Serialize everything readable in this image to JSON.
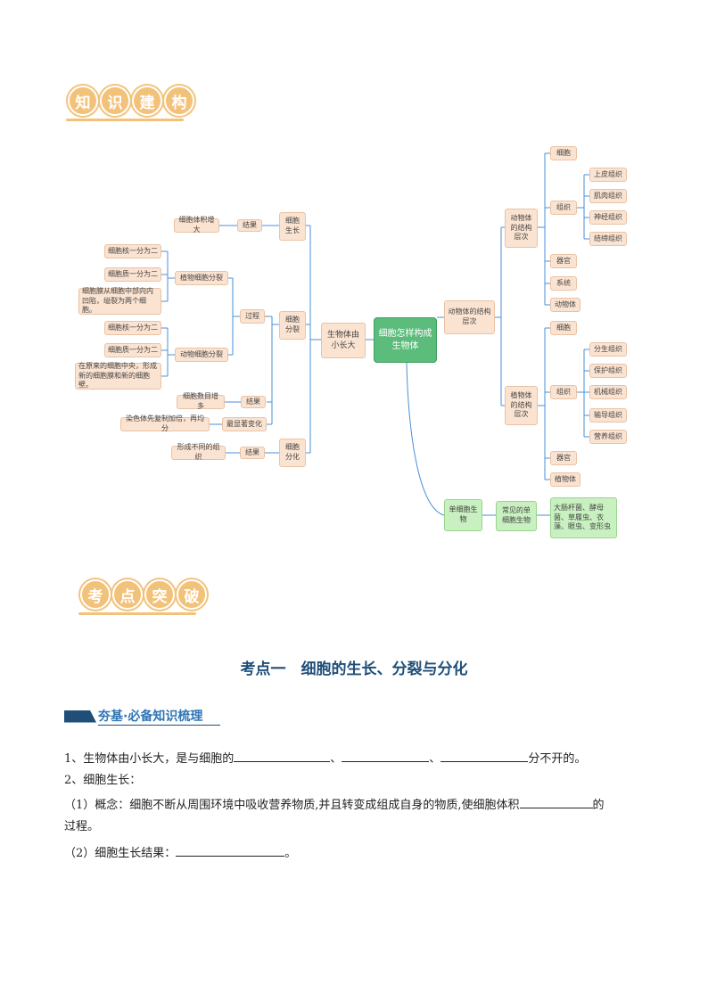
{
  "badges": {
    "knowledge": [
      "知",
      "识",
      "建",
      "构"
    ],
    "exam": [
      "考",
      "点",
      "突",
      "破"
    ]
  },
  "mindmap": {
    "root": "细胞怎样构成生物体",
    "grow": "生物体由小长大",
    "growth": "细胞生长",
    "growth_result_label": "结果",
    "growth_result": "细胞体积增大",
    "division": "细胞分裂",
    "process": "过程",
    "plant_division": "植物细胞分裂",
    "plant_steps": [
      "细胞核一分为二",
      "细胞质一分为二",
      "细胞膜从细胞中部向内凹陷，缢裂为两个细胞。"
    ],
    "animal_division": "动物细胞分裂",
    "animal_steps": [
      "细胞核一分为二",
      "细胞质一分为二",
      "在原来的细胞中央，形成新的细胞膜和新的细胞壁。"
    ],
    "division_result_label": "结果",
    "division_result": "细胞数目增多",
    "obvious_change_label": "最显著变化",
    "obvious_change": "染色体先复制加倍，再均分",
    "differentiation": "细胞分化",
    "diff_result_label": "结果",
    "diff_result": "形成不同的组织",
    "levels": "动物体的结构层次",
    "animal_levels": "动物体的结构层次",
    "animal_items": [
      "细胞",
      "组织",
      "器官",
      "系统",
      "动物体"
    ],
    "animal_tissues": [
      "上皮组织",
      "肌肉组织",
      "神经组织",
      "结缔组织"
    ],
    "plant_levels": "植物体的结构层次",
    "plant_items": [
      "细胞",
      "组织",
      "器官",
      "植物体"
    ],
    "plant_tissues": [
      "分生组织",
      "保护组织",
      "机械组织",
      "输导组织",
      "营养组织"
    ],
    "unicellular": "单细胞生物",
    "common_unicellular": "常见的单细胞生物",
    "unicellular_examples": "大肠杆菌、酵母菌、草履虫、衣藻、眼虫、变形虫"
  },
  "section": {
    "title": "考点一　细胞的生长、分裂与分化",
    "subheading": "夯基·必备知识梳理"
  },
  "body": {
    "q1_a": "1、生物体由小长大，是与细胞的",
    "q1_sep1": "、",
    "q1_sep2": "、",
    "q1_b": "分不开的。",
    "q2": "2、细胞生长：",
    "q2_1a": "（1）概念：细胞不断从周围环境中吸收营养物质,并且转变成组成自身的物质,使细胞体积",
    "q2_1b": "的",
    "q2_1c": "过程。",
    "q2_2a": "（2）细胞生长结果：",
    "q2_2b": "。"
  },
  "colors": {
    "badge": "#f3c27a",
    "node": "#fbe3d1",
    "root": "#5cbc7c",
    "green_node": "#c8f0c0",
    "line": "#4a8fd8",
    "title": "#1f4e79"
  }
}
